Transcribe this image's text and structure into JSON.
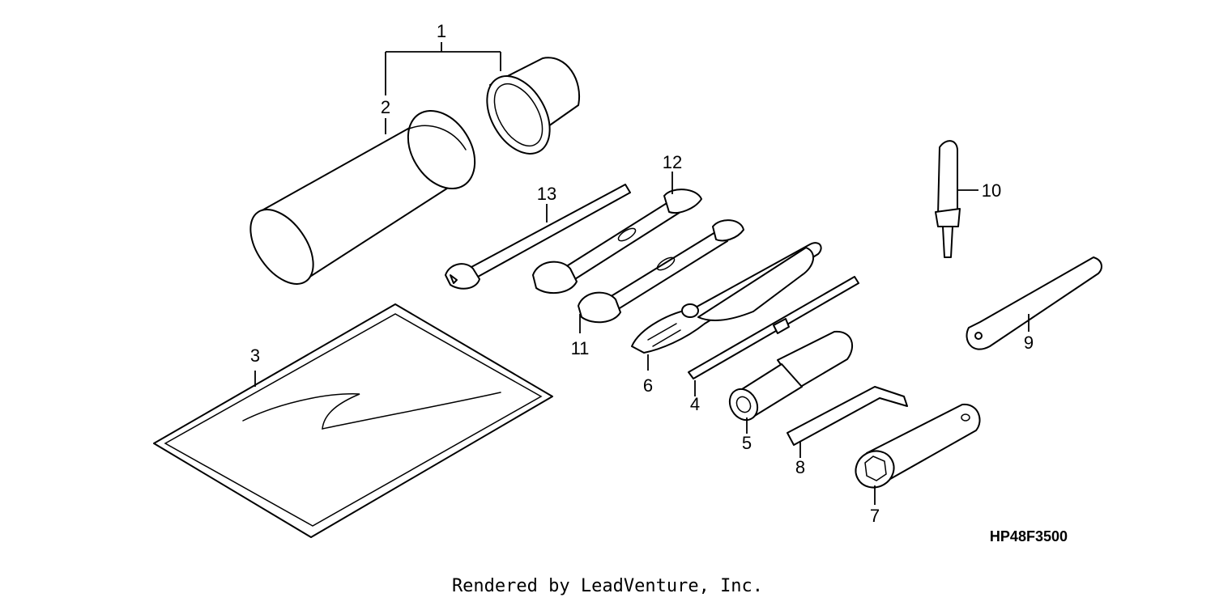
{
  "diagram": {
    "callouts": [
      {
        "id": "1",
        "label": "1"
      },
      {
        "id": "2",
        "label": "2"
      },
      {
        "id": "3",
        "label": "3"
      },
      {
        "id": "4",
        "label": "4"
      },
      {
        "id": "5",
        "label": "5"
      },
      {
        "id": "6",
        "label": "6"
      },
      {
        "id": "7",
        "label": "7"
      },
      {
        "id": "8",
        "label": "8"
      },
      {
        "id": "9",
        "label": "9"
      },
      {
        "id": "10",
        "label": "10"
      },
      {
        "id": "11",
        "label": "11"
      },
      {
        "id": "12",
        "label": "12"
      },
      {
        "id": "13",
        "label": "13"
      }
    ],
    "reference_code": "HP48F3500"
  },
  "footer": {
    "credit": "Rendered by LeadVenture, Inc."
  }
}
